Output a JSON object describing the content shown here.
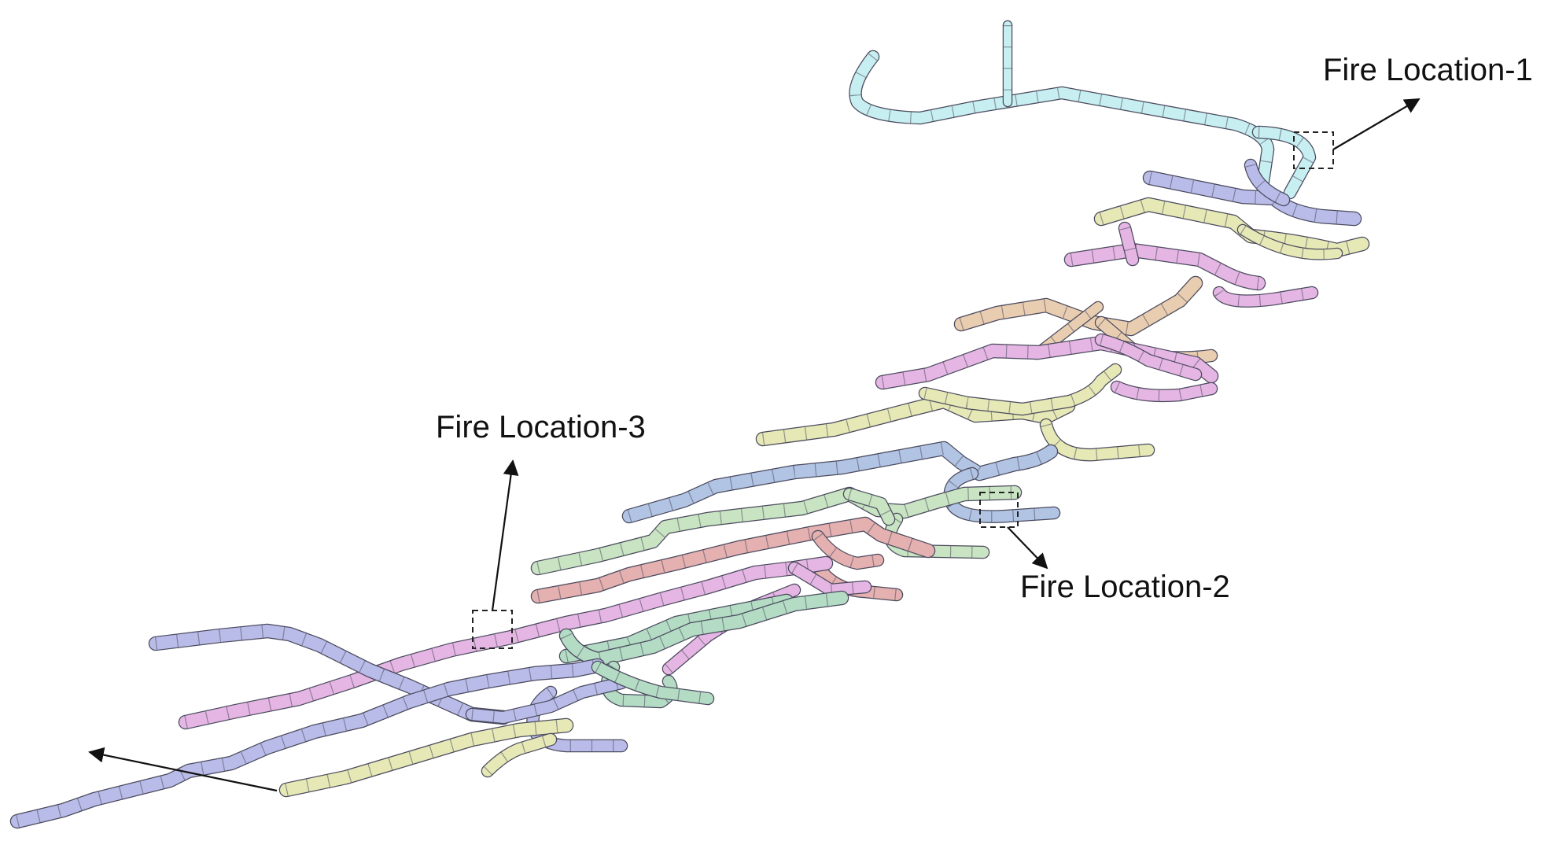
{
  "figure": {
    "description_free": true,
    "labels": {
      "fire1": "Fire Location-1",
      "fire2": "Fire Location-2",
      "fire3": "Fire Location-3"
    },
    "colors": {
      "cyan": "#c7eef0",
      "lavender": "#b9bce8",
      "yellow": "#e6e8b5",
      "pink": "#e5b6e3",
      "tan": "#e9cdb0",
      "blue": "#b2c4e3",
      "green": "#c9e4c2",
      "red": "#e4b0b0",
      "mint": "#b4dcc4",
      "outline": "#4a4a5e"
    }
  }
}
